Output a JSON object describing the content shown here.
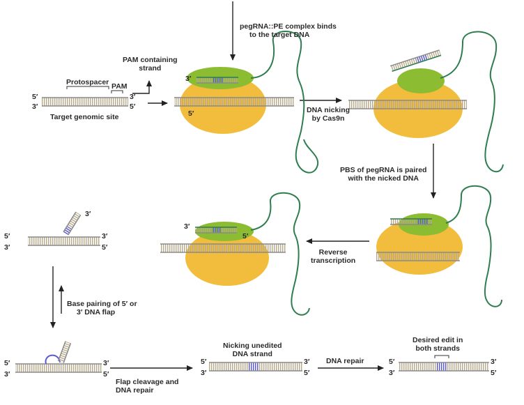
{
  "labels": {
    "binding_1": "pegRNA::PE complex binds",
    "binding_2": "to the target DNA",
    "pam_strand_1": "PAM containing",
    "pam_strand_2": "strand",
    "protospacer": "Protospacer",
    "pam": "PAM",
    "target_site": "Target genomic site",
    "nicking_1": "DNA nicking",
    "nicking_2": "by  Cas9n",
    "pbs_1": "PBS of pegRNA is paired",
    "pbs_2": "with the nicked DNA",
    "rt_1": "Reverse",
    "rt_2": "transcription",
    "base_pair_1": "Base pairing of 5′  or",
    "base_pair_2": "3′  DNA flap",
    "flap_1": "Flap cleavage and",
    "flap_2": "DNA repair",
    "unedited_1": "Nicking unedited",
    "unedited_2": "DNA strand",
    "repair": "DNA repair",
    "desired_1": "Desired edit in",
    "desired_2": "both strands"
  },
  "ends": {
    "five": "5′",
    "three": "3′"
  },
  "colors": {
    "dna_strand": "#8a8a8a",
    "dna_rung": "#b8a98a",
    "edit": "#5a5ad8",
    "cas9": "#f2bd3c",
    "rt_domain": "#8cbc32",
    "pegrna": "#2e7d4f",
    "arrow": "#222222"
  }
}
